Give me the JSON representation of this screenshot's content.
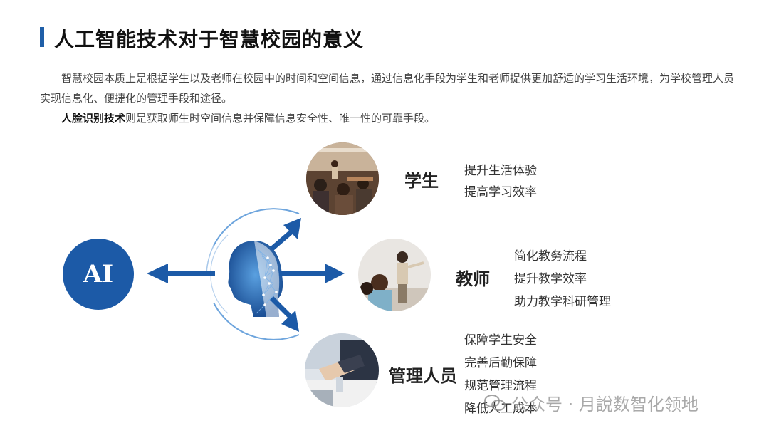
{
  "header": {
    "title": "人工智能技术对于智慧校园的意义"
  },
  "intro": {
    "paragraph1": "智慧校园本质上是根据学生以及老师在校园中的时间和空间信息，通过信息化手段为学生和老师提供更加舒适的学习生活环境，为学校管理人员实现信息化、便捷化的管理手段和途径。",
    "paragraph2_bold": "人脸识别技术",
    "paragraph2_rest": "则是获取师生时空间信息并保障信息安全性、唯一性的可靠手段。"
  },
  "diagram": {
    "ai_label": "AI",
    "groups": [
      {
        "label": "学生",
        "benefits": [
          "提升生活体验",
          "提高学习效率"
        ]
      },
      {
        "label": "教师",
        "benefits": [
          "简化教务流程",
          "提升教学效率",
          "助力教学科研管理"
        ]
      },
      {
        "label": "管理人员",
        "benefits": [
          "保障学生安全",
          "完善后勤保障",
          "规范管理流程",
          "降低人工成本"
        ]
      }
    ],
    "accent_color": "#1c5aa7"
  },
  "watermark": {
    "text": "公众号 · 月說数智化领地"
  }
}
